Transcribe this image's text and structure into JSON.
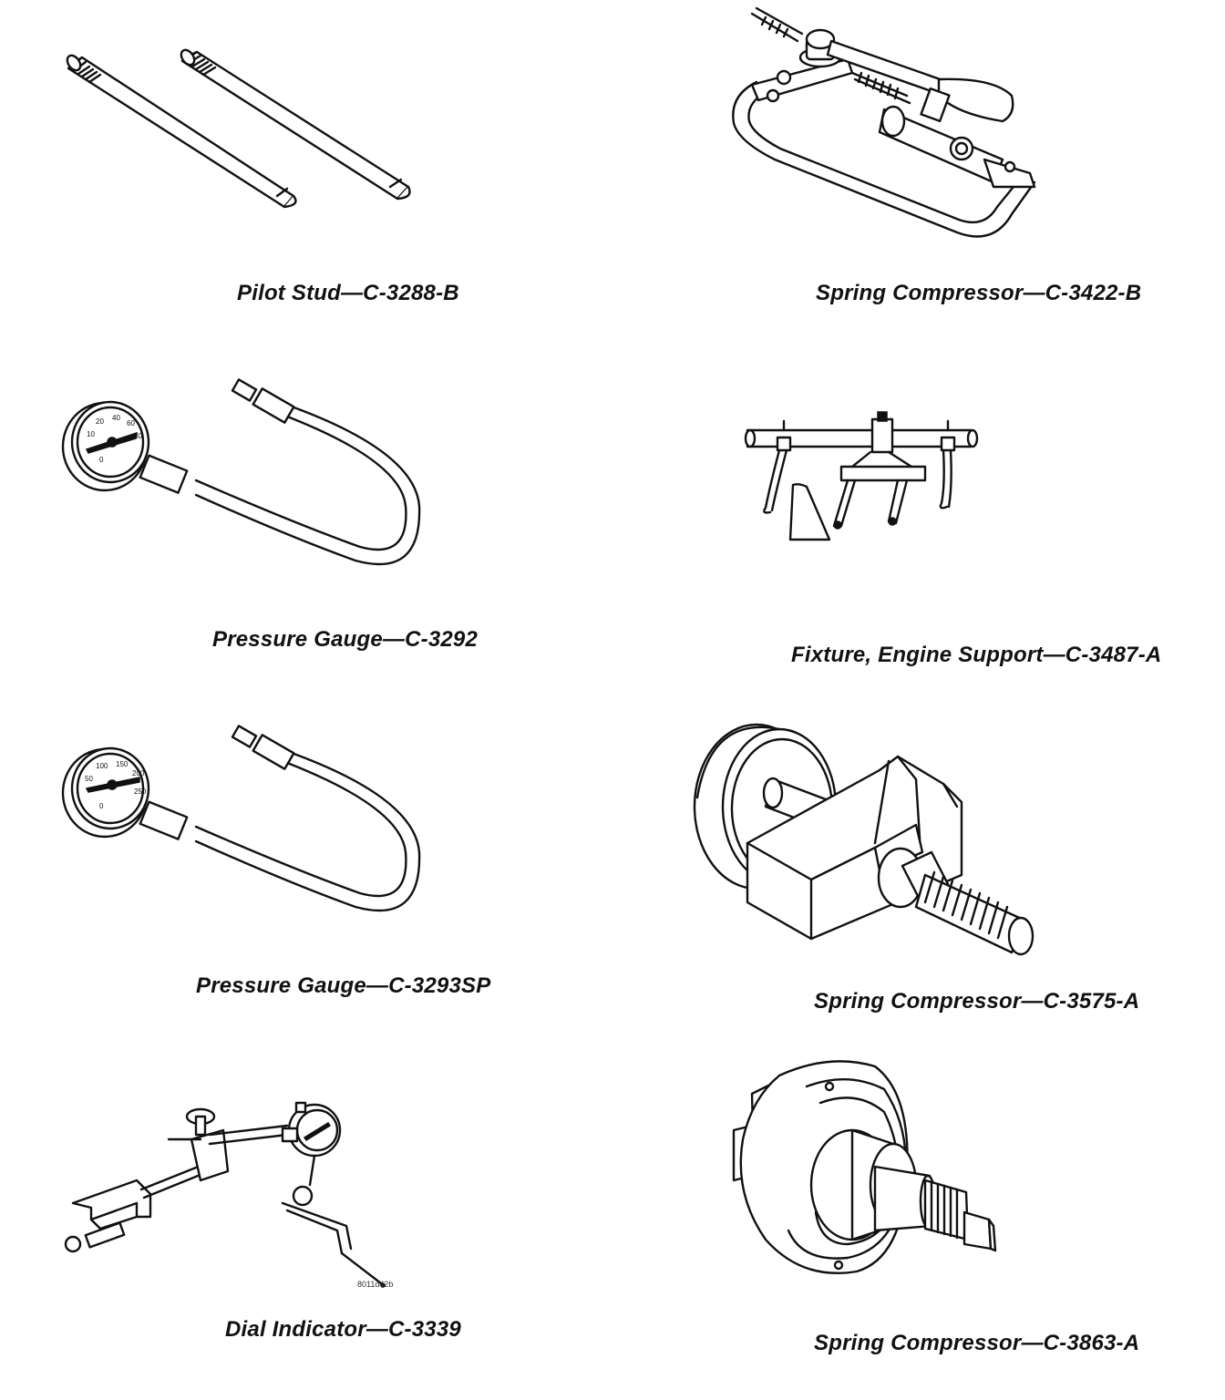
{
  "tools": [
    {
      "caption": "Pilot Stud—C-3288-B",
      "icon": "pilot-stud-illustration"
    },
    {
      "caption": "Spring Compressor—C-3422-B",
      "icon": "spring-compressor-lever-illustration"
    },
    {
      "caption": "Pressure Gauge—C-3292",
      "icon": "pressure-gauge-illustration"
    },
    {
      "caption": "Fixture, Engine Support—C-3487-A",
      "icon": "engine-support-fixture-illustration"
    },
    {
      "caption": "Pressure Gauge—C-3293SP",
      "icon": "pressure-gauge-illustration"
    },
    {
      "caption": "Spring Compressor—C-3575-A",
      "icon": "spring-compressor-clamp-illustration"
    },
    {
      "caption": "Dial Indicator—C-3339",
      "icon": "dial-indicator-illustration"
    },
    {
      "caption": "Spring Compressor—C-3863-A",
      "icon": "spring-compressor-flange-illustration"
    }
  ],
  "figure_code": "8011d42b"
}
